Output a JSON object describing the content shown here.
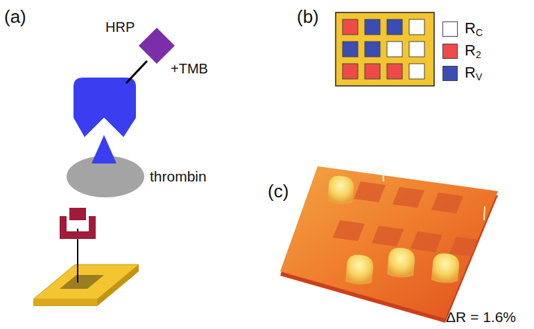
{
  "diagram": {
    "labels": [
      "(a)",
      "(b)",
      "(c)",
      "HRP",
      "+TMB",
      "thrombin",
      "ΔR = 1.6%"
    ],
    "legend": [
      {
        "text": "RC",
        "color": "#ffffff"
      },
      {
        "text": "R2",
        "color": "#ee4a4a"
      },
      {
        "text": "RV",
        "color": "#3b4db3"
      }
    ]
  }
}
